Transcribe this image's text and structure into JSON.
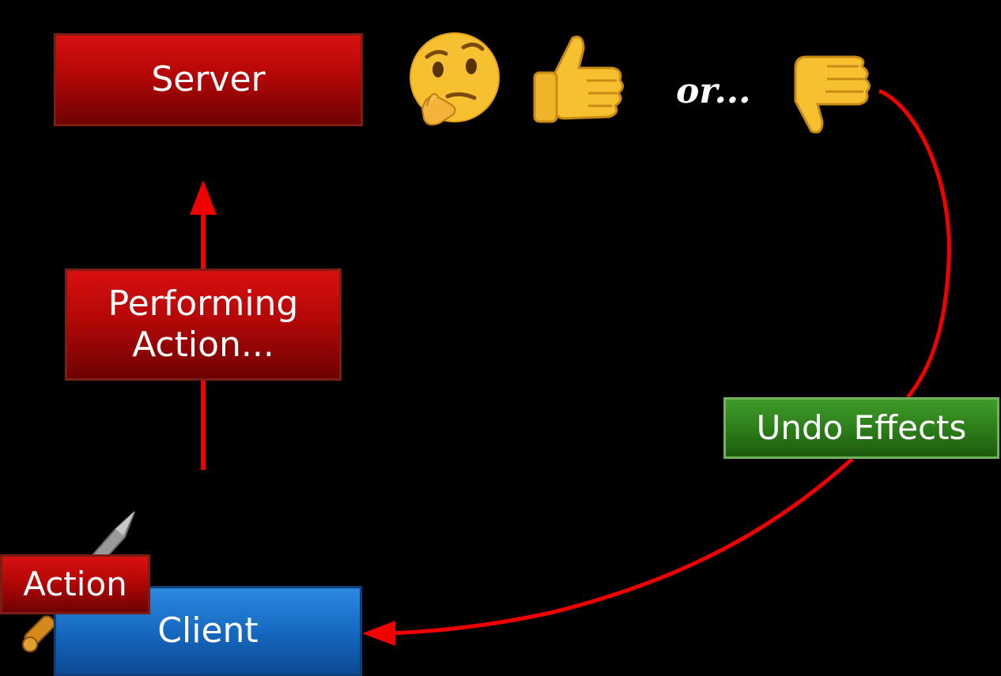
{
  "nodes": {
    "server": "Server",
    "performing_line1": "Performing",
    "performing_line2": "Action...",
    "client": "Client",
    "undo": "Undo Effects",
    "action": "Action"
  },
  "reaction": {
    "or_label": "or..."
  },
  "icons": [
    "thinking-face-icon",
    "thumbs-up-icon",
    "thumbs-down-icon",
    "sword-icon"
  ],
  "colors": {
    "background": "#000000",
    "server_red": "#b40707",
    "client_blue": "#1566bd",
    "undo_green": "#2b7b18",
    "arrow_red": "#f00000"
  }
}
